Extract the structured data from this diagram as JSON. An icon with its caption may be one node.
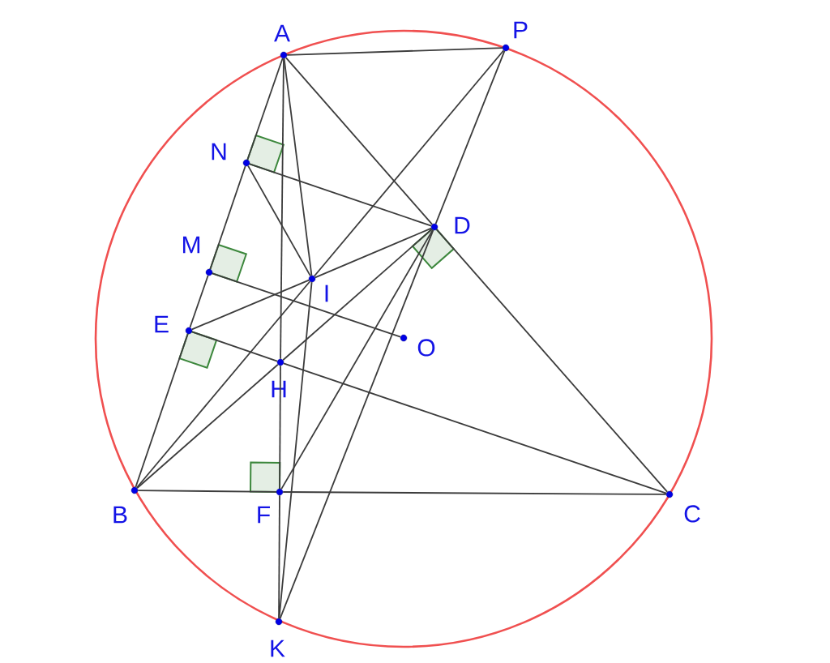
{
  "diagram": {
    "nodes": [
      {
        "text": [
          "A"
        ]
      },
      {
        "text": [
          "P"
        ]
      },
      {
        "text": [
          "N"
        ]
      },
      {
        "text": [
          "D"
        ]
      },
      {
        "text": [
          "M"
        ]
      },
      {
        "text": [
          "I"
        ]
      },
      {
        "text": [
          "E"
        ]
      },
      {
        "text": [
          "O"
        ]
      },
      {
        "text": [
          "H"
        ]
      },
      {
        "text": [
          "B"
        ]
      },
      {
        "text": [
          "F"
        ]
      },
      {
        "text": [
          "C"
        ]
      },
      {
        "text": [
          "K"
        ]
      }
    ],
    "edges": [
      {
        "from": 0,
        "to": 2,
        "arrow": "none"
      },
      {
        "from": 2,
        "to": 4,
        "arrow": "none"
      },
      {
        "from": 4,
        "to": 6,
        "arrow": "none"
      },
      {
        "from": 6,
        "to": 9,
        "arrow": "none"
      },
      {
        "from": 0,
        "to": 3,
        "arrow": "none"
      },
      {
        "from": 3,
        "to": 11,
        "arrow": "none"
      },
      {
        "from": 9,
        "to": 10,
        "arrow": "none"
      },
      {
        "from": 10,
        "to": 11,
        "arrow": "none"
      },
      {
        "from": 0,
        "to": 8,
        "arrow": "none"
      },
      {
        "from": 8,
        "to": 10,
        "arrow": "none"
      },
      {
        "from": 10,
        "to": 12,
        "arrow": "none"
      },
      {
        "from": 6,
        "to": 5,
        "arrow": "none"
      },
      {
        "from": 5,
        "to": 3,
        "arrow": "none"
      },
      {
        "from": 6,
        "to": 8,
        "arrow": "none"
      },
      {
        "from": 8,
        "to": 11,
        "arrow": "none"
      },
      {
        "from": 9,
        "to": 5,
        "arrow": "none"
      },
      {
        "from": 5,
        "to": 1,
        "arrow": "none"
      },
      {
        "from": 9,
        "to": 8,
        "arrow": "none"
      },
      {
        "from": 8,
        "to": 3,
        "arrow": "none"
      },
      {
        "from": 1,
        "to": 3,
        "arrow": "none"
      },
      {
        "from": 3,
        "to": 12,
        "arrow": "none"
      },
      {
        "from": 0,
        "to": 1,
        "arrow": "none"
      },
      {
        "from": 0,
        "to": 5,
        "arrow": "none"
      },
      {
        "from": 5,
        "to": 12,
        "arrow": "none"
      },
      {
        "from": 2,
        "to": 5,
        "arrow": "none"
      },
      {
        "from": 2,
        "to": 3,
        "arrow": "none"
      },
      {
        "from": 4,
        "to": 7,
        "arrow": "none"
      },
      {
        "from": 10,
        "to": 3,
        "arrow": "none"
      }
    ]
  }
}
